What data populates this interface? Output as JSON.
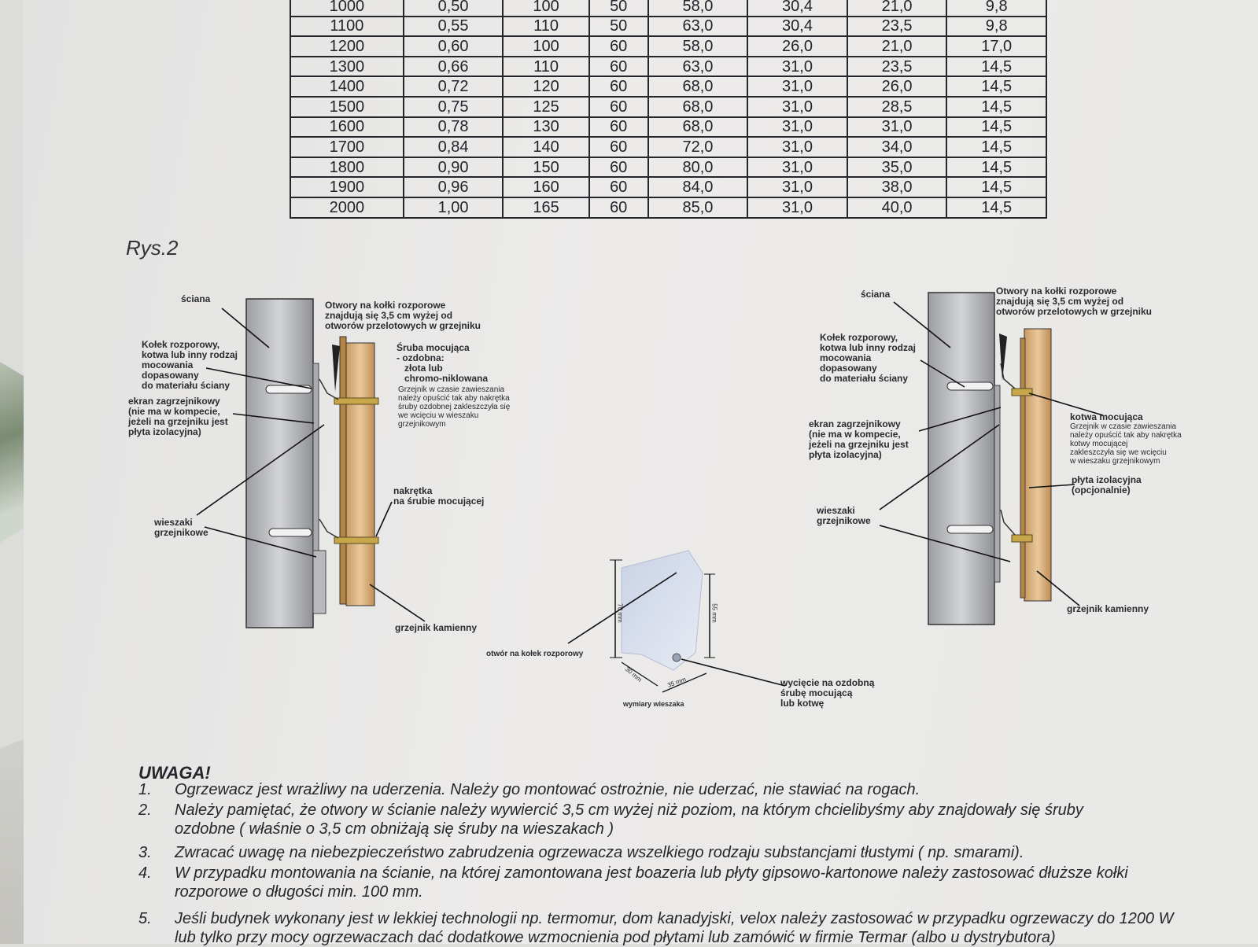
{
  "table": {
    "rows": [
      [
        "1000",
        "0,50",
        "100",
        "50",
        "58,0",
        "30,4",
        "21,0",
        "9,8"
      ],
      [
        "1100",
        "0,55",
        "110",
        "50",
        "63,0",
        "30,4",
        "23,5",
        "9,8"
      ],
      [
        "1200",
        "0,60",
        "100",
        "60",
        "58,0",
        "26,0",
        "21,0",
        "17,0"
      ],
      [
        "1300",
        "0,66",
        "110",
        "60",
        "63,0",
        "31,0",
        "23,5",
        "14,5"
      ],
      [
        "1400",
        "0,72",
        "120",
        "60",
        "68,0",
        "31,0",
        "26,0",
        "14,5"
      ],
      [
        "1500",
        "0,75",
        "125",
        "60",
        "68,0",
        "31,0",
        "28,5",
        "14,5"
      ],
      [
        "1600",
        "0,78",
        "130",
        "60",
        "68,0",
        "31,0",
        "31,0",
        "14,5"
      ],
      [
        "1700",
        "0,84",
        "140",
        "60",
        "72,0",
        "31,0",
        "34,0",
        "14,5"
      ],
      [
        "1800",
        "0,90",
        "150",
        "60",
        "80,0",
        "31,0",
        "35,0",
        "14,5"
      ],
      [
        "1900",
        "0,96",
        "160",
        "60",
        "84,0",
        "31,0",
        "38,0",
        "14,5"
      ],
      [
        "2000",
        "1,00",
        "165",
        "60",
        "85,0",
        "31,0",
        "40,0",
        "14,5"
      ]
    ]
  },
  "figure": {
    "label": "Rys.2",
    "left": {
      "wall": "ściana",
      "holes": "Otwory na kołki rozporowe\nznajdują się 3,5 cm wyżej od\notworów przelotowych w grzejniku",
      "anchor": "Kołek rozporowy,\nkotwa lub inny rodzaj\nmocowania\ndopasowany\ndo materiału ściany",
      "screen": "ekran zagrzejnikowy\n(nie ma w kompecie,\njeżeli na grzejniku jest\npłyta izolacyjna)",
      "screw_title": "Śruba mocująca\n- ozdobna:\n   złota lub\n   chromo-niklowana",
      "screw_note": "Grzejnik w czasie zawieszania\nnależy opuścić tak aby nakrętka\nśruby ozdobnej zakleszczyła się\nwe wcięciu w wieszaku\ngrzejnikowym",
      "nut": "nakrętka\nna śrubie mocującej",
      "hangers": "wieszaki\ngrzejnikowe",
      "radiator": "grzejnik kamienny"
    },
    "center": {
      "hole": "otwór na kołek rozporowy",
      "cutout": "wycięcie na ozdobną\nśrubę mocującą\nlub kotwę",
      "dims_caption": "wymiary wieszaka",
      "dim_70": "70 mm",
      "dim_55": "55 mm",
      "dim_30": "30 mm",
      "dim_35": "35 mm"
    },
    "right": {
      "wall": "ściana",
      "holes": "Otwory na kołki rozporowe\nznajdują się 3,5 cm wyżej od\notworów przelotowych w grzejniku",
      "anchor": "Kołek rozporowy,\nkotwa lub inny rodzaj\nmocowania\ndopasowany\ndo materiału ściany",
      "screen": "ekran zagrzejnikowy\n(nie ma w kompecie,\njeżeli na grzejniku jest\npłyta izolacyjna)",
      "bolt_title": "kotwa mocująca",
      "bolt_note": "Grzejnik w czasie zawieszania\nnależy opuścić tak aby nakrętka\nkotwy mocującej\nzakleszczyła się we wcięciu\nw wieszaku grzejnikowym",
      "insulation": "płyta izolacyjna\n(opcjonalnie)",
      "hangers": "wieszaki\ngrzejnikowe",
      "radiator": "grzejnik kamienny"
    }
  },
  "notes": {
    "heading": "UWAGA!",
    "items": [
      {
        "num": "1.",
        "text": "Ogrzewacz jest wrażliwy na uderzenia. Należy go montować   ostrożnie, nie uderzać, nie stawiać na rogach.",
        "cont": ""
      },
      {
        "num": "2.",
        "text": "Należy pamiętać, że otwory  w  ścianie  należy  wywiercić  3,5  cm  wyżej  niż  poziom,  na  którym  chcielibyśmy  aby  znajdowały się śruby",
        "cont": "ozdobne ( właśnie o 3,5 cm obniżają się śruby na wieszakach )"
      },
      {
        "num": "3.",
        "text": "Zwracać uwagę na niebezpieczeństwo zabrudzenia ogrzewacza wszelkiego rodzaju substancjami tłustymi ( np. smarami).",
        "cont": ""
      },
      {
        "num": "4.",
        "text": "W przypadku montowania na ścianie, na której zamontowana jest boazeria lub płyty gipsowo-kartonowe należy zastosować dłuższe kołki",
        "cont": "rozporowe o długości  min. 100 mm."
      },
      {
        "num": "5.",
        "text": "Jeśli budynek wykonany jest w lekkiej technologii np. termomur, dom kanadyjski, velox należy zastosować w przypadku ogrzewaczy do 1200 W",
        "cont": "lub tylko przy mocy ogrzewaczach dać dodatkowe wzmocnienia pod płytami lub zamówić w firmie Termar (albo u dystrybutora)"
      }
    ]
  }
}
